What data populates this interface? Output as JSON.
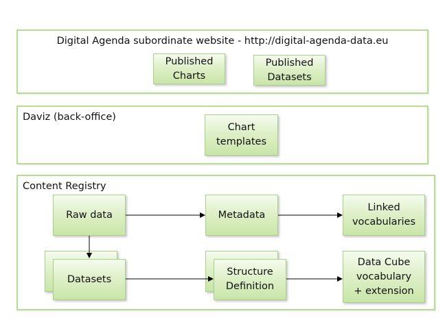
{
  "website_panel": {
    "title": "Digital Agenda subordinate website - http://digital-agenda-data.eu",
    "published_charts": "Published\nCharts",
    "published_datasets": "Published\nDatasets"
  },
  "daviz_panel": {
    "title": "Daviz (back-office)",
    "chart_templates": "Chart\ntemplates"
  },
  "registry_panel": {
    "title": "Content Registry",
    "raw_data": "Raw data",
    "metadata": "Metadata",
    "linked_vocabularies": "Linked\nvocabularies",
    "datasets": "Datasets",
    "structure_definition": "Structure\nDefinition",
    "data_cube_vocabulary": "Data Cube\nvocabulary\n+ extension"
  },
  "colors": {
    "panel_border": "#b6dc92",
    "node_fill_top": "#f5fbee",
    "node_fill_bottom": "#c9e5a8",
    "arrow": "#000000"
  }
}
